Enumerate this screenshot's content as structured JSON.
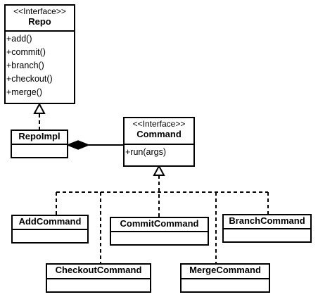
{
  "interfaces": {
    "repo": {
      "stereotype": "<<Interface>>",
      "name": "Repo",
      "methods": [
        "+add()",
        "+commit()",
        "+branch()",
        "+checkout()",
        "+merge()"
      ]
    },
    "command": {
      "stereotype": "<<Interface>>",
      "name": "Command",
      "methods": [
        "+run(args)"
      ]
    }
  },
  "classes": {
    "repo_impl": {
      "name": "RepoImpl"
    },
    "add_command": {
      "name": "AddCommand"
    },
    "commit_command": {
      "name": "CommitCommand"
    },
    "branch_command": {
      "name": "BranchCommand"
    },
    "checkout_command": {
      "name": "CheckoutCommand"
    },
    "merge_command": {
      "name": "MergeCommand"
    }
  },
  "relations": [
    {
      "from": "RepoImpl",
      "to": "Repo",
      "kind": "realization"
    },
    {
      "from": "RepoImpl",
      "to": "Command",
      "kind": "composition"
    },
    {
      "from": "AddCommand",
      "to": "Command",
      "kind": "realization"
    },
    {
      "from": "CommitCommand",
      "to": "Command",
      "kind": "realization"
    },
    {
      "from": "BranchCommand",
      "to": "Command",
      "kind": "realization"
    },
    {
      "from": "CheckoutCommand",
      "to": "Command",
      "kind": "realization"
    },
    {
      "from": "MergeCommand",
      "to": "Command",
      "kind": "realization"
    }
  ]
}
